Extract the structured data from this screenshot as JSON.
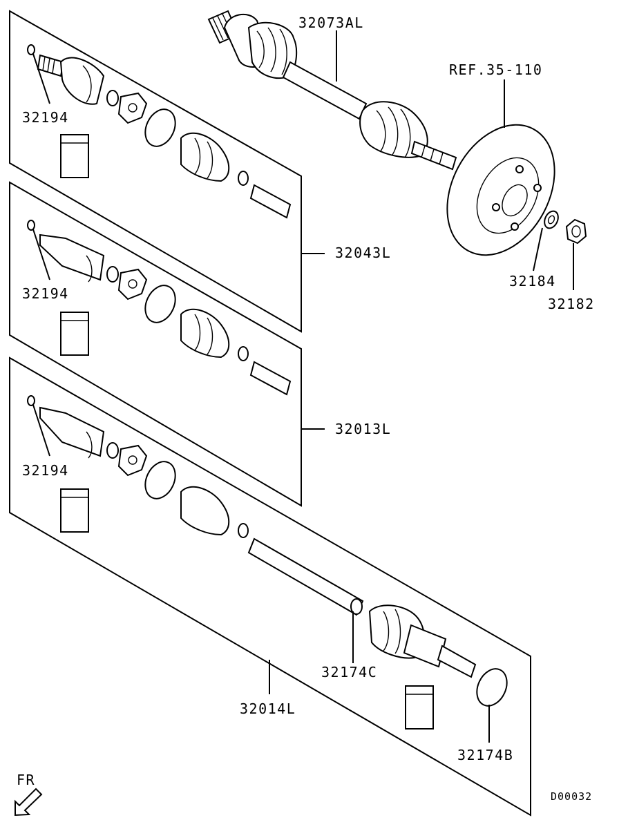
{
  "labels": {
    "shaft_assembly_top": "32073AL",
    "brake_ref": "REF.35-110",
    "kit_1": "32043L",
    "kit_2": "32013L",
    "kit_3": "32014L",
    "clip_1": "32194",
    "clip_2": "32194",
    "clip_3": "32194",
    "washer": "32184",
    "nut": "32182",
    "band_c": "32174C",
    "band_b": "32174B",
    "direction": "FR",
    "diagram_code": "D00032"
  },
  "icons": {
    "direction_arrow": "arrow-down-left-icon"
  }
}
